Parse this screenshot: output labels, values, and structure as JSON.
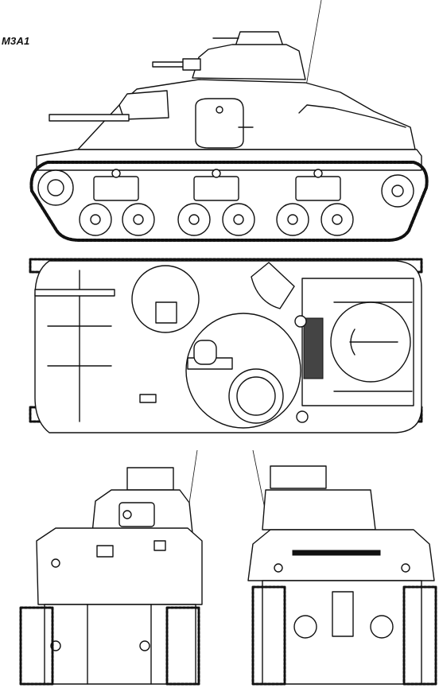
{
  "drawing": {
    "title": "M3A1",
    "views": [
      {
        "name": "side-view"
      },
      {
        "name": "top-view"
      },
      {
        "name": "front-view"
      },
      {
        "name": "rear-view"
      }
    ]
  },
  "colors": {
    "ink": "#111111",
    "paper": "#ffffff"
  }
}
